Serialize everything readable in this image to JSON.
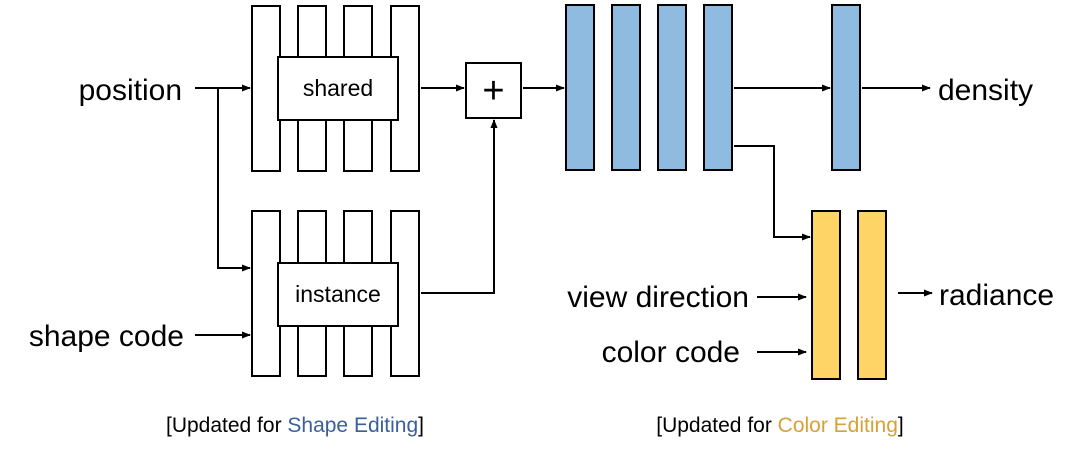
{
  "inputs": {
    "position": "position",
    "shape_code": "shape code",
    "view_direction": "view direction",
    "color_code": "color code"
  },
  "blocks": {
    "shared": "shared",
    "instance": "instance",
    "plus": "+"
  },
  "outputs": {
    "density": "density",
    "radiance": "radiance"
  },
  "captions": {
    "shape": {
      "prefix": "[Updated for ",
      "highlight": "Shape Editing",
      "suffix": "]"
    },
    "color": {
      "prefix": "[Updated for ",
      "highlight": "Color Editing",
      "suffix": "]"
    }
  },
  "colors": {
    "blue_fill": "#8fbbe0",
    "orange_fill": "#ffd466",
    "shape_highlight": "#3a5f9c",
    "color_highlight": "#d6a13a"
  }
}
